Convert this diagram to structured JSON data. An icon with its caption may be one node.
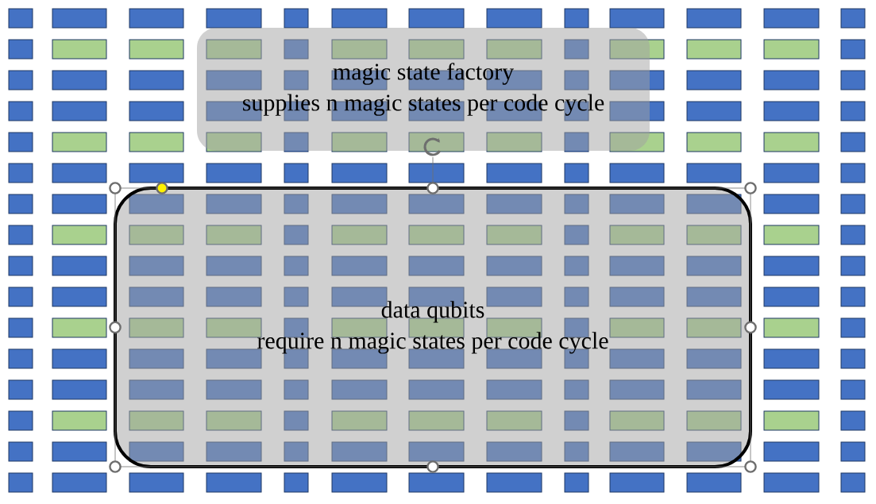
{
  "diagram": {
    "nodes": [
      {
        "text": [
          "magic state factory",
          "supplies n magic states per code cycle"
        ]
      },
      {
        "text": [
          "data qubits",
          "require n magic states per code cycle"
        ]
      }
    ]
  }
}
